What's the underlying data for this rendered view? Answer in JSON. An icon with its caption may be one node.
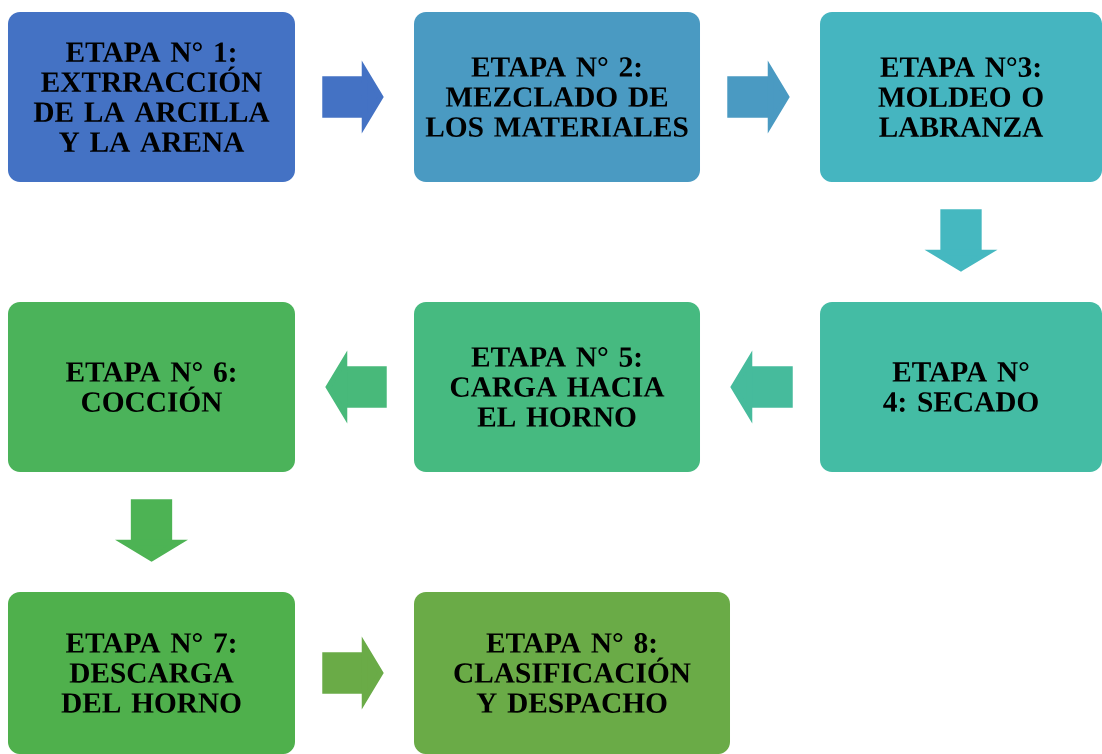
{
  "diagram": {
    "nodes": [
      {
        "text": [
          "ETAPA N° 1: EXTRRACCIÓN DE LA ARCILLA Y LA ARENA"
        ]
      },
      {
        "text": [
          "ETAPA N° 2: MEZCLADO DE LOS MATERIALES"
        ]
      },
      {
        "text": [
          "ETAPA N°3: MOLDEO O LABRANZA"
        ]
      },
      {
        "text": [
          "ETAPA N° 4: SECADO"
        ]
      },
      {
        "text": [
          "ETAPA N° 5: CARGA HACIA EL HORNO"
        ]
      },
      {
        "text": [
          "ETAPA N° 6: COCCIÓN"
        ]
      },
      {
        "text": [
          "ETAPA N° 7: DESCARGA DEL HORNO"
        ]
      },
      {
        "text": [
          "ETAPA N° 8: CLASIFICACIÓN Y DESPACHO"
        ]
      }
    ],
    "edges": [
      {
        "from": 0,
        "to": 1,
        "arrow": "to",
        "color": "#4472c4"
      },
      {
        "from": 1,
        "to": 2,
        "arrow": "to",
        "color": "#4a9ac2"
      },
      {
        "from": 2,
        "to": 3,
        "arrow": "to",
        "color": "#45b8c0"
      },
      {
        "from": 3,
        "to": 4,
        "arrow": "to",
        "color": "#46bb9c"
      },
      {
        "from": 4,
        "to": 5,
        "arrow": "to",
        "color": "#48b97a"
      },
      {
        "from": 5,
        "to": 6,
        "arrow": "to",
        "color": "#4db354"
      },
      {
        "from": 6,
        "to": 7,
        "arrow": "to",
        "color": "#6aab47"
      }
    ]
  }
}
